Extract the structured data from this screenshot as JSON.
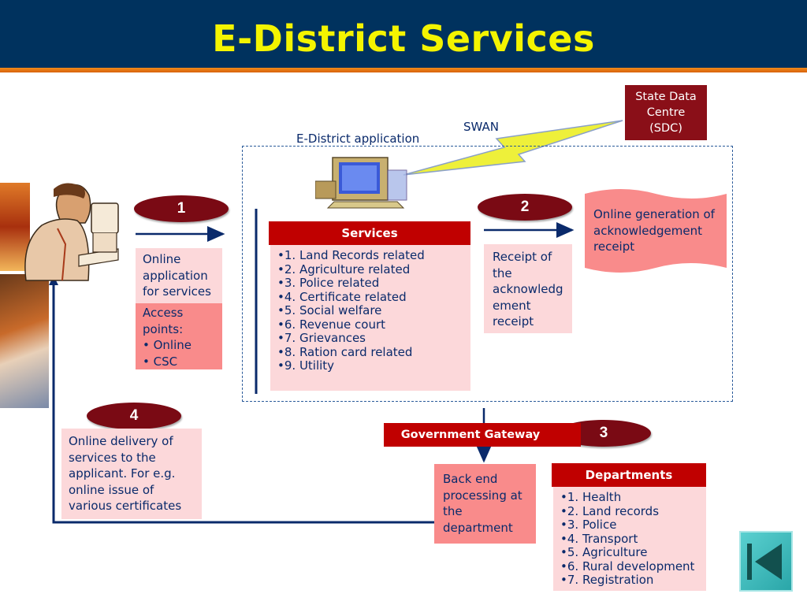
{
  "header": {
    "title": "E-District Services"
  },
  "labels": {
    "swan": "SWAN",
    "edistrict_app": "E-District application",
    "government_gateway": "Government Gateway"
  },
  "sdc": {
    "text": "State Data Centre (SDC)",
    "lines": [
      "State Data",
      "Centre",
      "(SDC)"
    ]
  },
  "steps": [
    "1",
    "2",
    "3",
    "4"
  ],
  "online_application": {
    "lines": [
      "Online",
      "application",
      "for services"
    ]
  },
  "access_points": {
    "lines": [
      "Access",
      "points:",
      "• Online",
      "• CSC"
    ]
  },
  "services": {
    "header": "Services",
    "items": [
      "1. Land Records related",
      "2. Agriculture related",
      "3. Police related",
      "4. Certificate related",
      "5. Social welfare",
      "6. Revenue court",
      "7. Grievances",
      "8. Ration card related",
      "9. Utility"
    ]
  },
  "receipt": {
    "lines": [
      "Receipt of",
      "the",
      "acknowledg",
      "ement",
      "receipt"
    ]
  },
  "online_generation": {
    "lines": [
      "Online generation of",
      "acknowledgement",
      "receipt"
    ]
  },
  "online_delivery": {
    "lines": [
      "Online delivery of",
      "services to the",
      "applicant. For e.g.",
      "online issue of",
      "various certificates"
    ]
  },
  "back_end": {
    "lines": [
      "Back end",
      "processing at",
      "the",
      "department"
    ]
  },
  "departments": {
    "header": "Departments",
    "items": [
      "1. Health",
      "2. Land records",
      "3. Police",
      "4. Transport",
      "5. Agriculture",
      "6. Rural development",
      "7. Registration"
    ]
  },
  "colors": {
    "header_bg": "#00325e",
    "title": "#f4f400",
    "accent_red": "#c00000",
    "oval": "#7a0a14",
    "pink": "#fcd8da",
    "salmon": "#f98b8b",
    "navy_text": "#0a2a6b"
  }
}
